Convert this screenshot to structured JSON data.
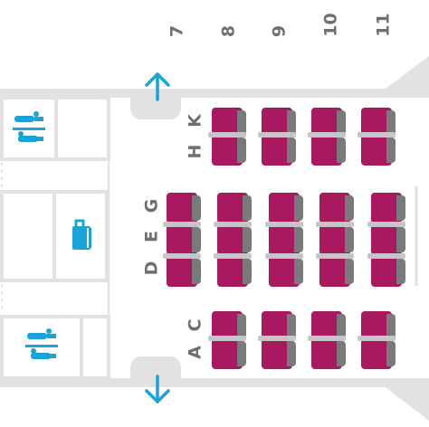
{
  "seat_map": {
    "rows": [
      "7",
      "8",
      "9",
      "10",
      "11"
    ],
    "columns": {
      "left_group": [
        "K",
        "H"
      ],
      "middle_group": [
        "G",
        "E",
        "D"
      ],
      "right_group": [
        "C",
        "A"
      ]
    },
    "colors": {
      "seat": "#a8195f",
      "seat_cushion": "#7a7a7a",
      "arrow": "#1aa3d6",
      "wall": "#e2e2e2"
    },
    "icons": {
      "lavatory_top": "lavatory-icon",
      "galley": "luggage-icon",
      "lavatory_bottom": "lavatory-icon",
      "exit_top": "exit-arrow-up-icon",
      "exit_bottom": "exit-arrow-down-icon"
    }
  }
}
